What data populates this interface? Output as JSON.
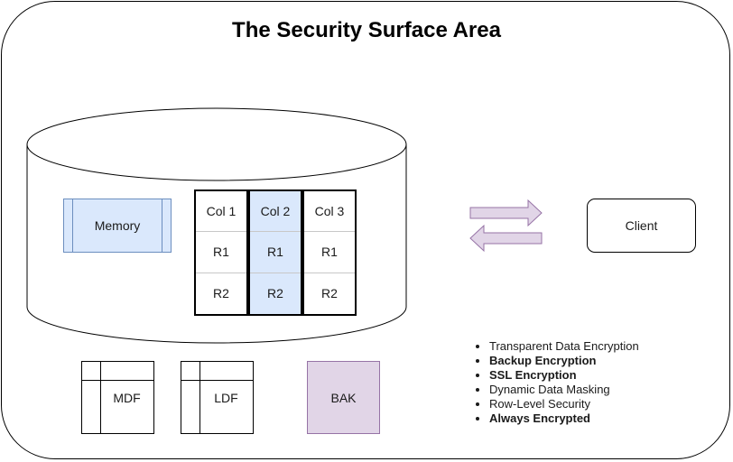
{
  "title": "The Security Surface Area",
  "memory": {
    "label": "Memory"
  },
  "table": {
    "columns": [
      {
        "header": "Col 1",
        "rows": [
          "R1",
          "R2"
        ],
        "highlight": false
      },
      {
        "header": "Col 2",
        "rows": [
          "R1",
          "R2"
        ],
        "highlight": true
      },
      {
        "header": "Col 3",
        "rows": [
          "R1",
          "R2"
        ],
        "highlight": false
      }
    ]
  },
  "client": {
    "label": "Client"
  },
  "files": {
    "mdf": "MDF",
    "ldf": "LDF",
    "bak": "BAK"
  },
  "features": [
    {
      "label": "Transparent Data Encryption",
      "bold": false
    },
    {
      "label": "Backup Encryption",
      "bold": true
    },
    {
      "label": "SSL Encryption",
      "bold": true
    },
    {
      "label": "Dynamic Data Masking",
      "bold": false
    },
    {
      "label": "Row-Level Security",
      "bold": false
    },
    {
      "label": "Always Encrypted",
      "bold": true
    }
  ],
  "colors": {
    "memory_fill": "#dae8fc",
    "memory_stroke": "#6c8ebf",
    "bak_fill": "#e1d5e7",
    "bak_stroke": "#9673a6",
    "arrow_fill": "#e1d5e7",
    "arrow_stroke": "#9673a6"
  }
}
